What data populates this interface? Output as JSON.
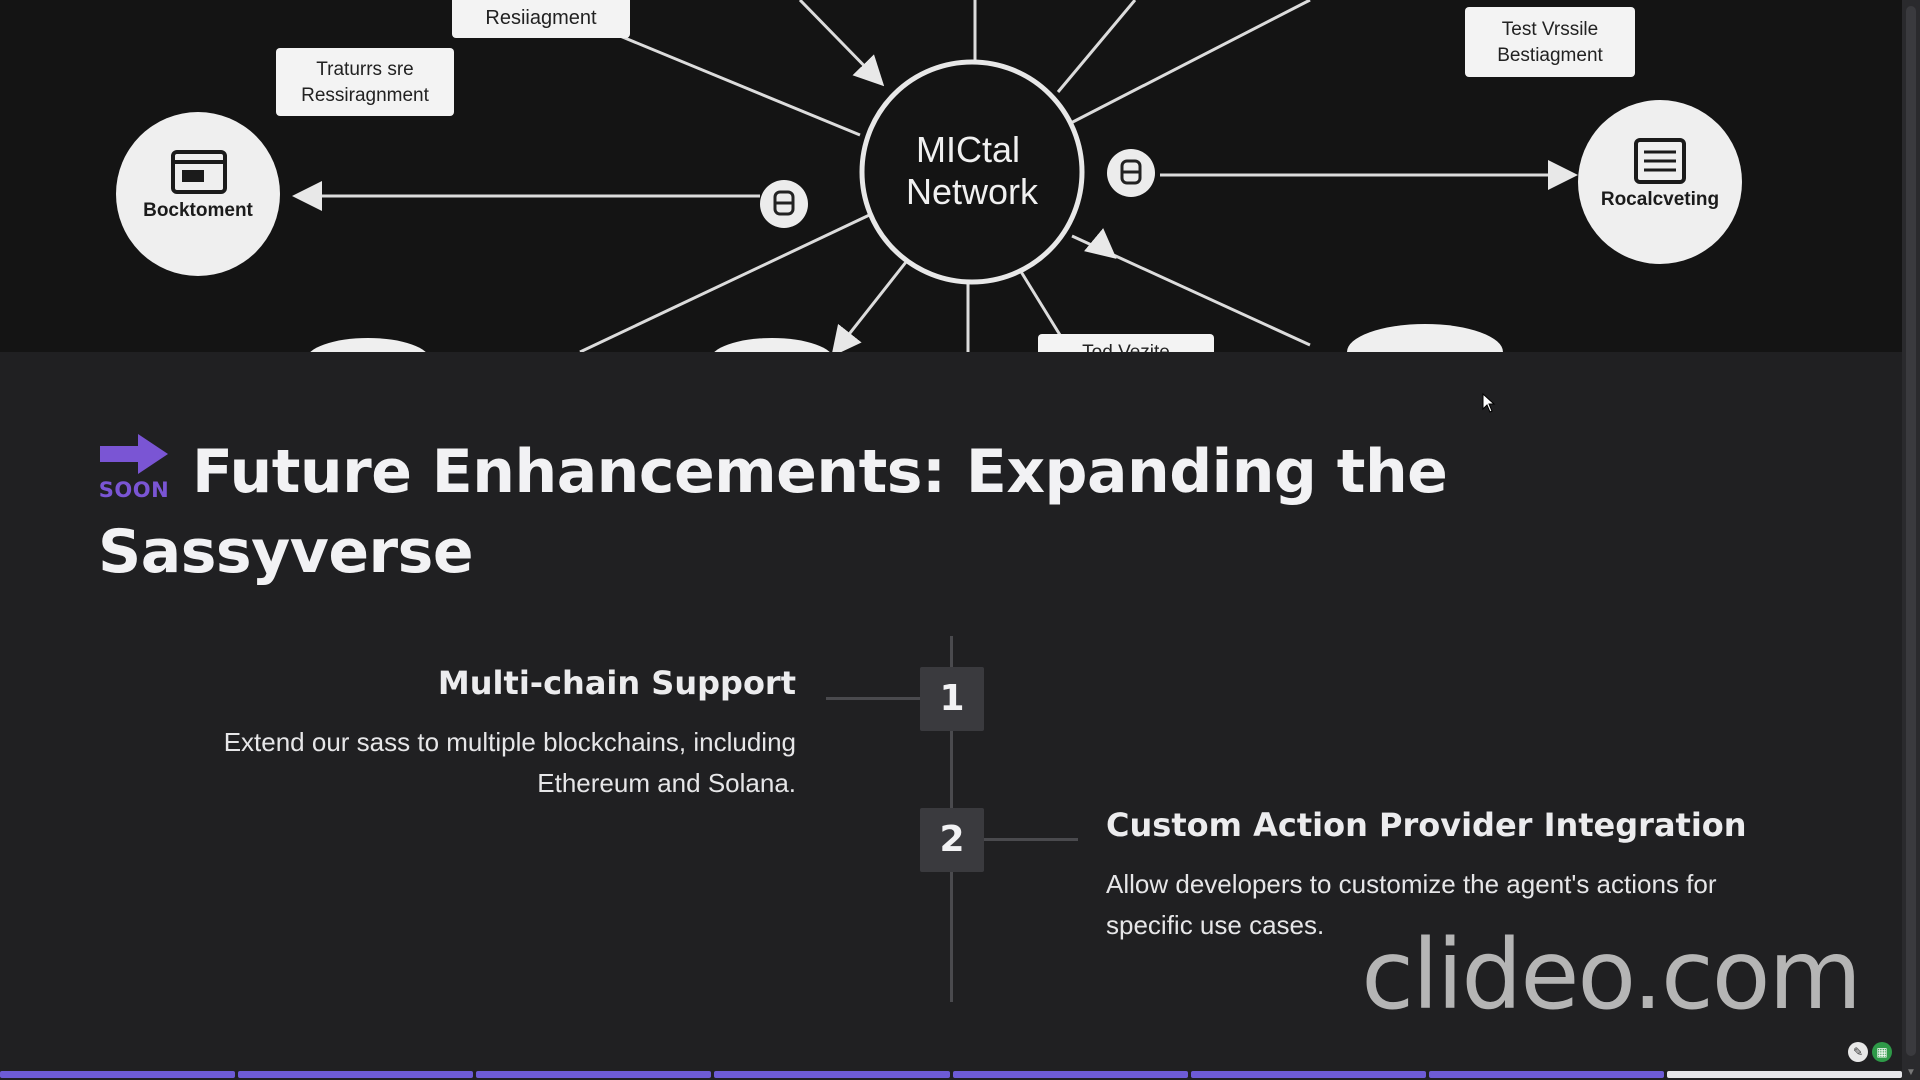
{
  "diagram": {
    "center": [
      "MICtal",
      "Network"
    ],
    "left_node": "Bocktoment",
    "right_node": "Rocalcveting",
    "top_label": "Resiiagment",
    "left_label": [
      "Traturrs sre",
      "Ressiragnment"
    ],
    "right_label": [
      "Test Vrssile",
      "Bestiagment"
    ],
    "bottom_label": "Tod Vezite"
  },
  "section": {
    "icon_label": "SOON",
    "title": "Future Enhancements: Expanding the Sassyverse"
  },
  "timeline": [
    {
      "number": "1",
      "title": "Multi-chain Support",
      "description": "Extend our sass to multiple blockchains, including Ethereum and Solana."
    },
    {
      "number": "2",
      "title": "Custom Action Provider Integration",
      "description": "Allow developers to customize the agent's actions for specific use cases."
    }
  ],
  "watermark": "clideo.com",
  "progress": {
    "segments_total": 8,
    "segments_done": 7
  },
  "colors": {
    "accent": "#6d5bd6",
    "background": "#202022",
    "diagram_background": "#141414"
  }
}
